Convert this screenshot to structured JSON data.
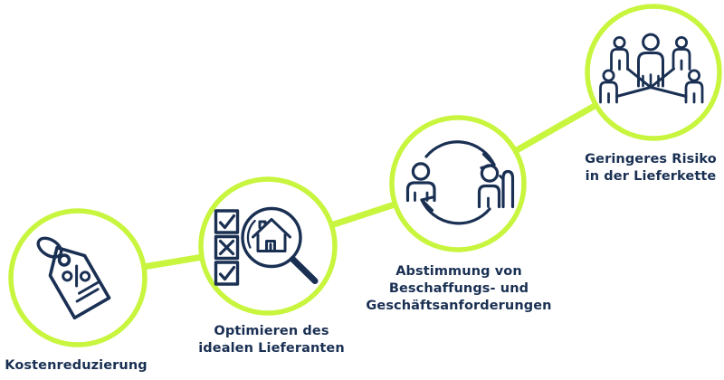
{
  "colors": {
    "accent_green": "#c8f53e",
    "icon_navy": "#1a3053",
    "background": "#ffffff"
  },
  "diagram": {
    "type": "process-flow-infographic",
    "direction": "ascending-left-to-right",
    "steps": [
      {
        "index": 1,
        "label": "Kostenreduzierung",
        "icon": "price-tag-percent-icon"
      },
      {
        "index": 2,
        "label": "Optimieren des\nidealen Lieferanten",
        "icon": "checklist-magnifier-house-icon"
      },
      {
        "index": 3,
        "label": "Abstimmung von\nBeschaffungs- und\nGeschäftsanforderungen",
        "icon": "people-exchange-arrows-icon"
      },
      {
        "index": 4,
        "label": "Geringeres Risiko\nin der Lieferkette",
        "icon": "people-network-icon"
      }
    ]
  }
}
